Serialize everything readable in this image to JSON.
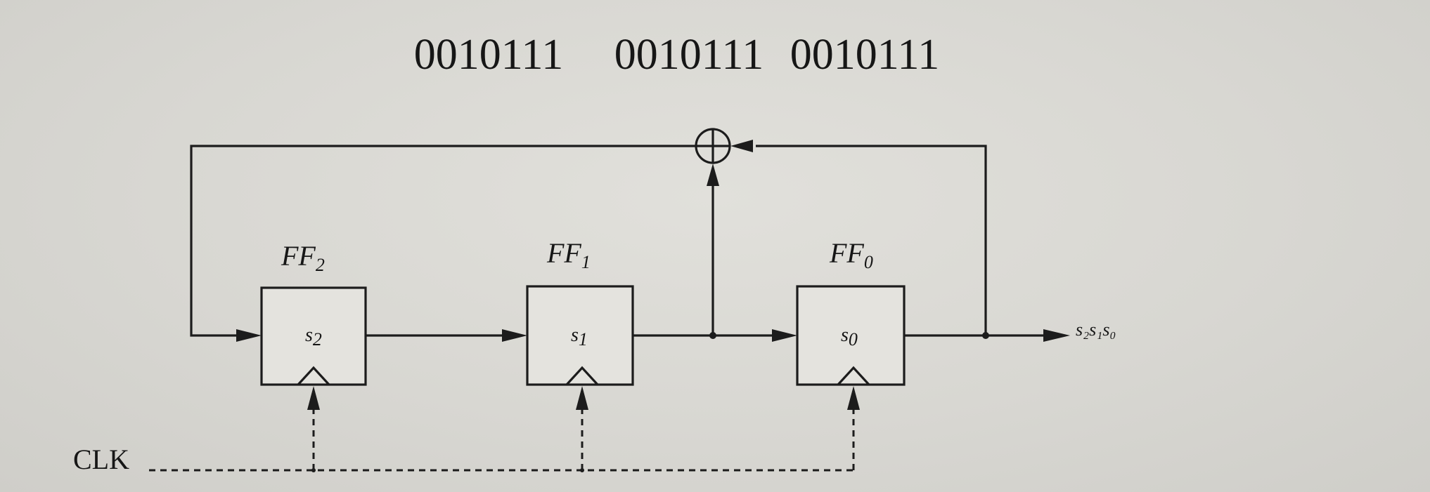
{
  "sequences": [
    "0010111",
    "0010111",
    "0010111"
  ],
  "flip_flops": [
    {
      "name": "FF",
      "sub": "2",
      "state": "s",
      "state_sub": "2"
    },
    {
      "name": "FF",
      "sub": "1",
      "state": "s",
      "state_sub": "1"
    },
    {
      "name": "FF",
      "sub": "0",
      "state": "s",
      "state_sub": "0"
    }
  ],
  "clock_label": "CLK",
  "output_label": "s₂s₁s₀"
}
